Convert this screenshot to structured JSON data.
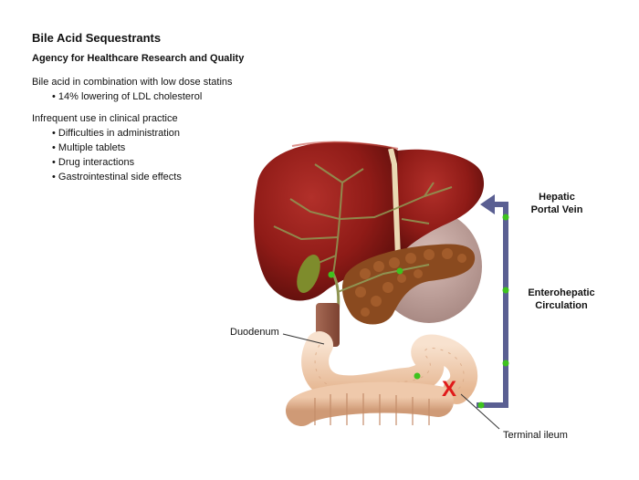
{
  "slide": {
    "title": "Bile Acid Sequestrants",
    "subtitle": "Agency for Healthcare Research and Quality",
    "sections": [
      {
        "heading": "Bile acid in combination with low dose statins",
        "bullets": [
          "14% lowering of LDL cholesterol"
        ]
      },
      {
        "heading": "Infrequent use in clinical practice",
        "bullets": [
          "Difficulties in administration",
          "Multiple tablets",
          "Drug interactions",
          "Gastrointestinal side effects"
        ]
      }
    ]
  },
  "diagram": {
    "labels": {
      "hepatic_1": "Hepatic",
      "hepatic_2": "Portal Vein",
      "entero_1": "Enterohepatic",
      "entero_2": "Circulation",
      "duodenum": "Duodenum",
      "terminal_ileum": "Terminal ileum",
      "block_mark": "X"
    },
    "colors": {
      "liver": "#8f1b17",
      "pancreas": "#8a4a1f",
      "intestine": "#eec7a6",
      "colon": "#e4b493",
      "portal_arrow": "#5a5f92",
      "dot": "#3ec21e",
      "block_mark": "#e01a1a"
    }
  }
}
